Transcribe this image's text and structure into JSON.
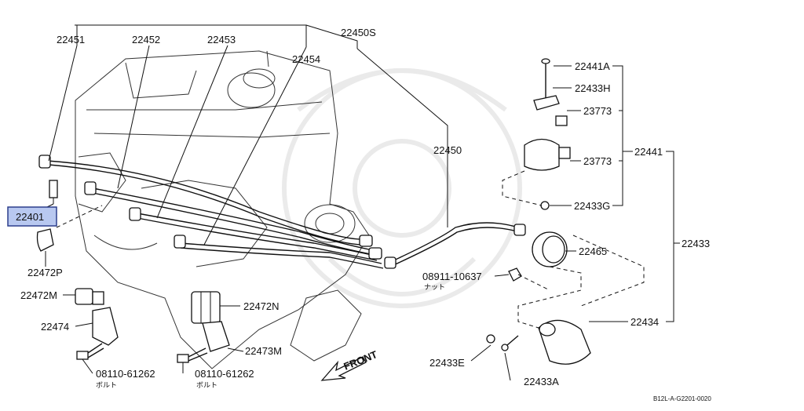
{
  "parts": {
    "p22451": "22451",
    "p22452": "22452",
    "p22453": "22453",
    "p22454": "22454",
    "p22450S": "22450S",
    "p22450": "22450",
    "p22441A": "22441A",
    "p22433H": "22433H",
    "p23773a": "23773",
    "p23773b": "23773",
    "p22441": "22441",
    "p22433G": "22433G",
    "p22433": "22433",
    "p22465": "22465",
    "p08911": "08911-10637",
    "p08911_note": "ナット",
    "p22434": "22434",
    "p22433E": "22433E",
    "p22433A": "22433A",
    "p22401": "22401",
    "p22472P": "22472P",
    "p22472M": "22472M",
    "p22474": "22474",
    "p08110a": "08110-61262",
    "p08110a_note": "ボルト",
    "p22472N": "22472N",
    "p22473M": "22473M",
    "p08110b": "08110-61262",
    "p08110b_note": "ボルト"
  },
  "front_label": "FRONT",
  "footer_code": "B12L-A-G2201-0020",
  "highlight_color": "#b8c8f0",
  "watermark": "samurai-mon"
}
